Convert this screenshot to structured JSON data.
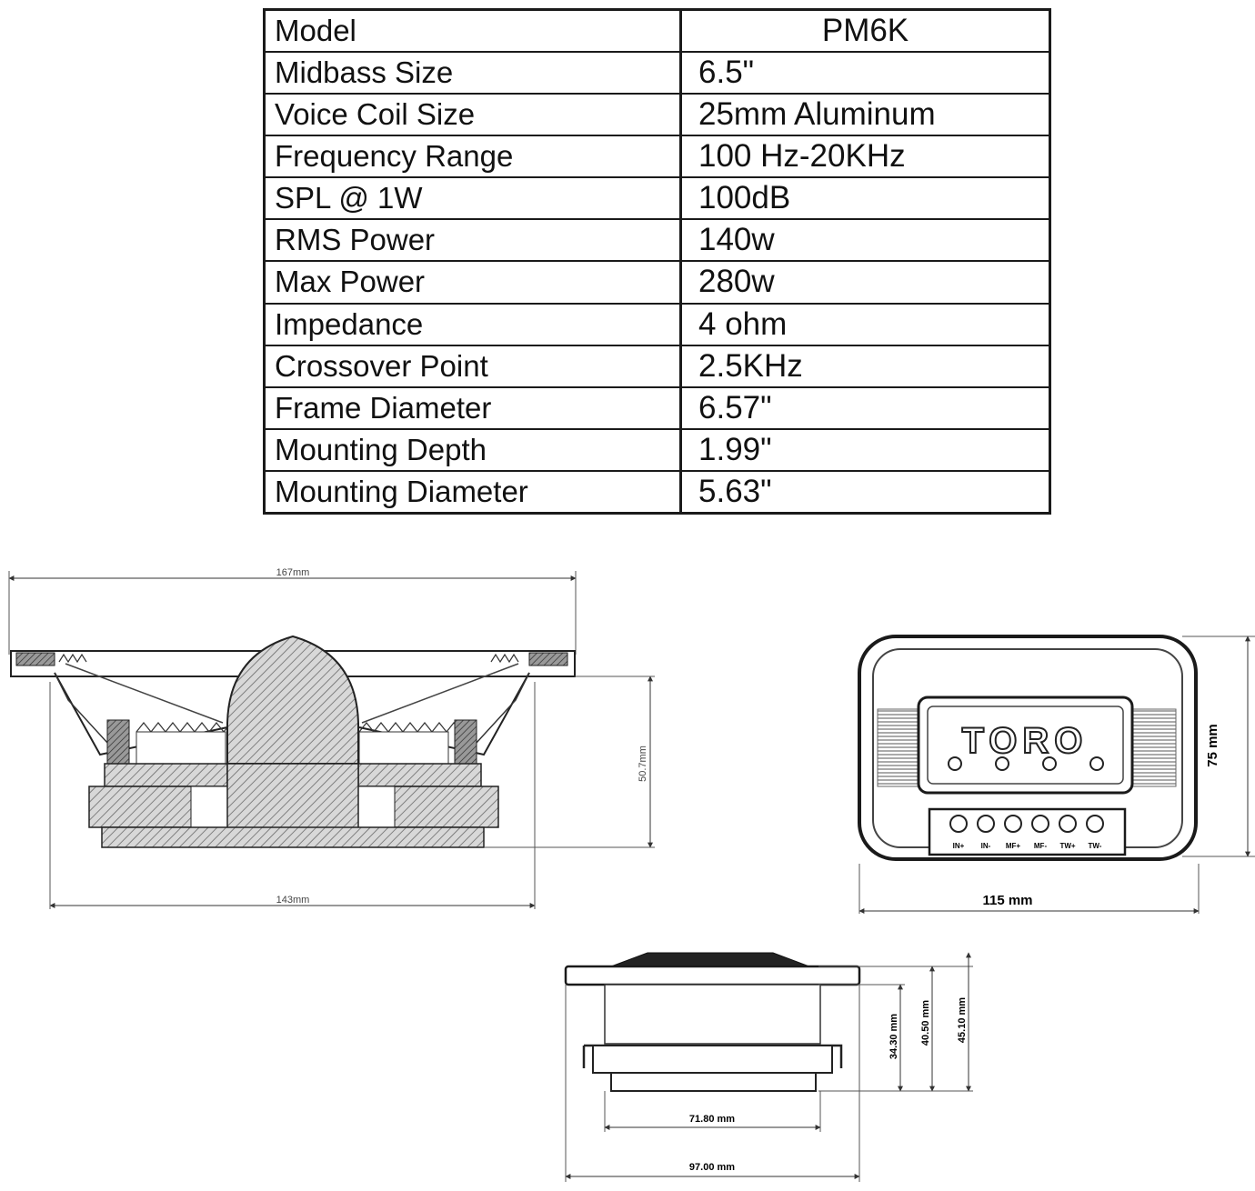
{
  "spec_table": {
    "rows": [
      {
        "label": "Model",
        "value": "PM6K"
      },
      {
        "label": "Midbass Size",
        "value": "6.5\""
      },
      {
        "label": "Voice Coil Size",
        "value": "25mm Aluminum"
      },
      {
        "label": "Frequency Range",
        "value": "100 Hz-20KHz"
      },
      {
        "label": "SPL @ 1W",
        "value": "100dB"
      },
      {
        "label": "RMS  Power",
        "value": "140w"
      },
      {
        "label": "Max  Power",
        "value": "280w"
      },
      {
        "label": "Impedance",
        "value": "4 ohm"
      },
      {
        "label": "Crossover Point",
        "value": "2.5KHz"
      },
      {
        "label": "Frame Diameter",
        "value": "6.57\""
      },
      {
        "label": "Mounting Depth",
        "value": "1.99\""
      },
      {
        "label": "Mounting Diameter",
        "value": "5.63\""
      }
    ]
  },
  "speaker_drawing": {
    "dim_top": "167mm",
    "dim_bottom": "143mm",
    "dim_depth": "50.7mm"
  },
  "crossover_drawing": {
    "brand": "TORO",
    "width_label": "115 mm",
    "height_label": "75 mm",
    "terminals": [
      "IN+",
      "IN-",
      "MF+",
      "MF-",
      "TW+",
      "TW-"
    ]
  },
  "tweeter_drawing": {
    "dim_inner_width": "71.80 mm",
    "dim_outer_width": "97.00 mm",
    "dim_h1": "34.30 mm",
    "dim_h2": "40.50 mm",
    "dim_h3": "45.10 mm"
  },
  "colors": {
    "line": "#1a1a1a",
    "hatch": "#777777",
    "dim_line": "#333333"
  }
}
